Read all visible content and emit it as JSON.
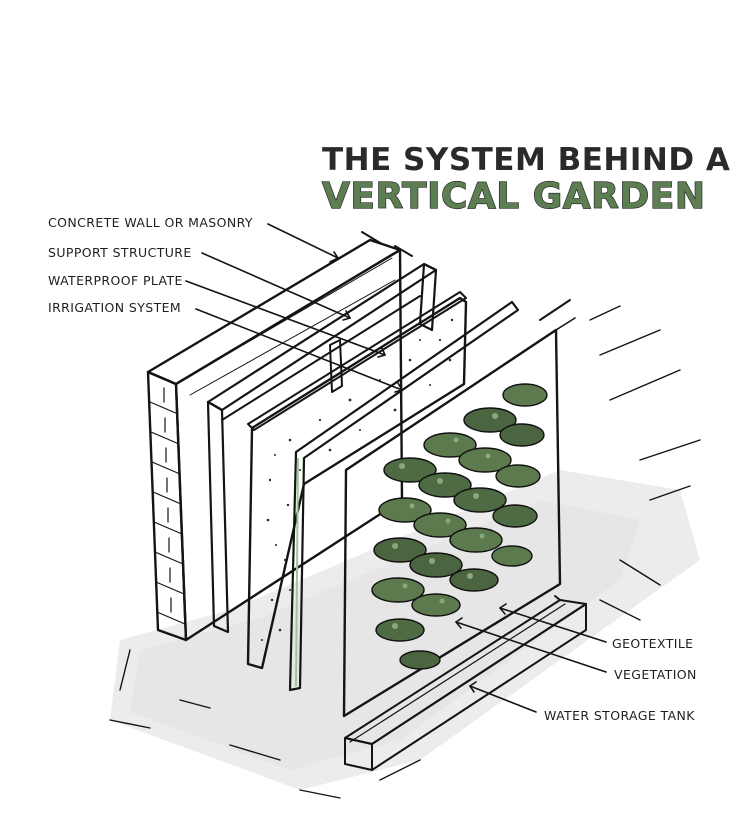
{
  "title": {
    "line1": "THE SYSTEM BEHIND A",
    "line2": "VERTICAL GARDEN"
  },
  "labels": {
    "concrete_wall": "CONCRETE WALL OR MASONRY",
    "support_structure": "SUPPORT STRUCTURE",
    "waterproof_plate": "WATERPROOF PLATE",
    "irrigation_system": "IRRIGATION SYSTEM",
    "geotextile": "GEOTEXTILE",
    "vegetation": "VEGETATION",
    "water_storage_tank": "WATER STORAGE TANK"
  },
  "colors": {
    "brick": "#c99678",
    "brick_dark": "#a9745a",
    "frame": "#d8d8d8",
    "plate": "#c7c48e",
    "pipe": "#6fa56a",
    "geotextile": "#2c2c2c",
    "vegetation": "#4f6b43",
    "title_green": "#5d7d52",
    "shadow": "#e6e6e6"
  }
}
